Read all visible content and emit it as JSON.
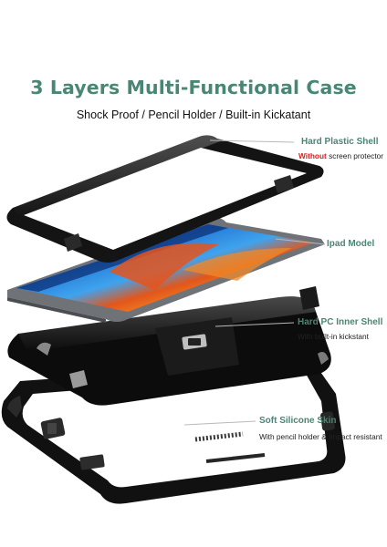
{
  "heading": {
    "title": "3 Layers Multi-Functional Case",
    "subtitle": "Shock Proof / Pencil Holder / Built-in Kickatant"
  },
  "colors": {
    "title": "#4a8674",
    "label": "#4a8674",
    "warning": "#d42020",
    "case": "#141414",
    "tablet_frame": "#6f7378"
  },
  "callouts": [
    {
      "label": "Hard Plastic Shell",
      "note_emphasis": "Without",
      "note": " screen protector"
    },
    {
      "label": "Ipad Model",
      "note": ""
    },
    {
      "label": "Hard PC Inner Shell",
      "note": "With built-in kickstant"
    },
    {
      "label": "Soft Silicone Skin",
      "note": "With pencil holder & Impact resistant"
    }
  ]
}
